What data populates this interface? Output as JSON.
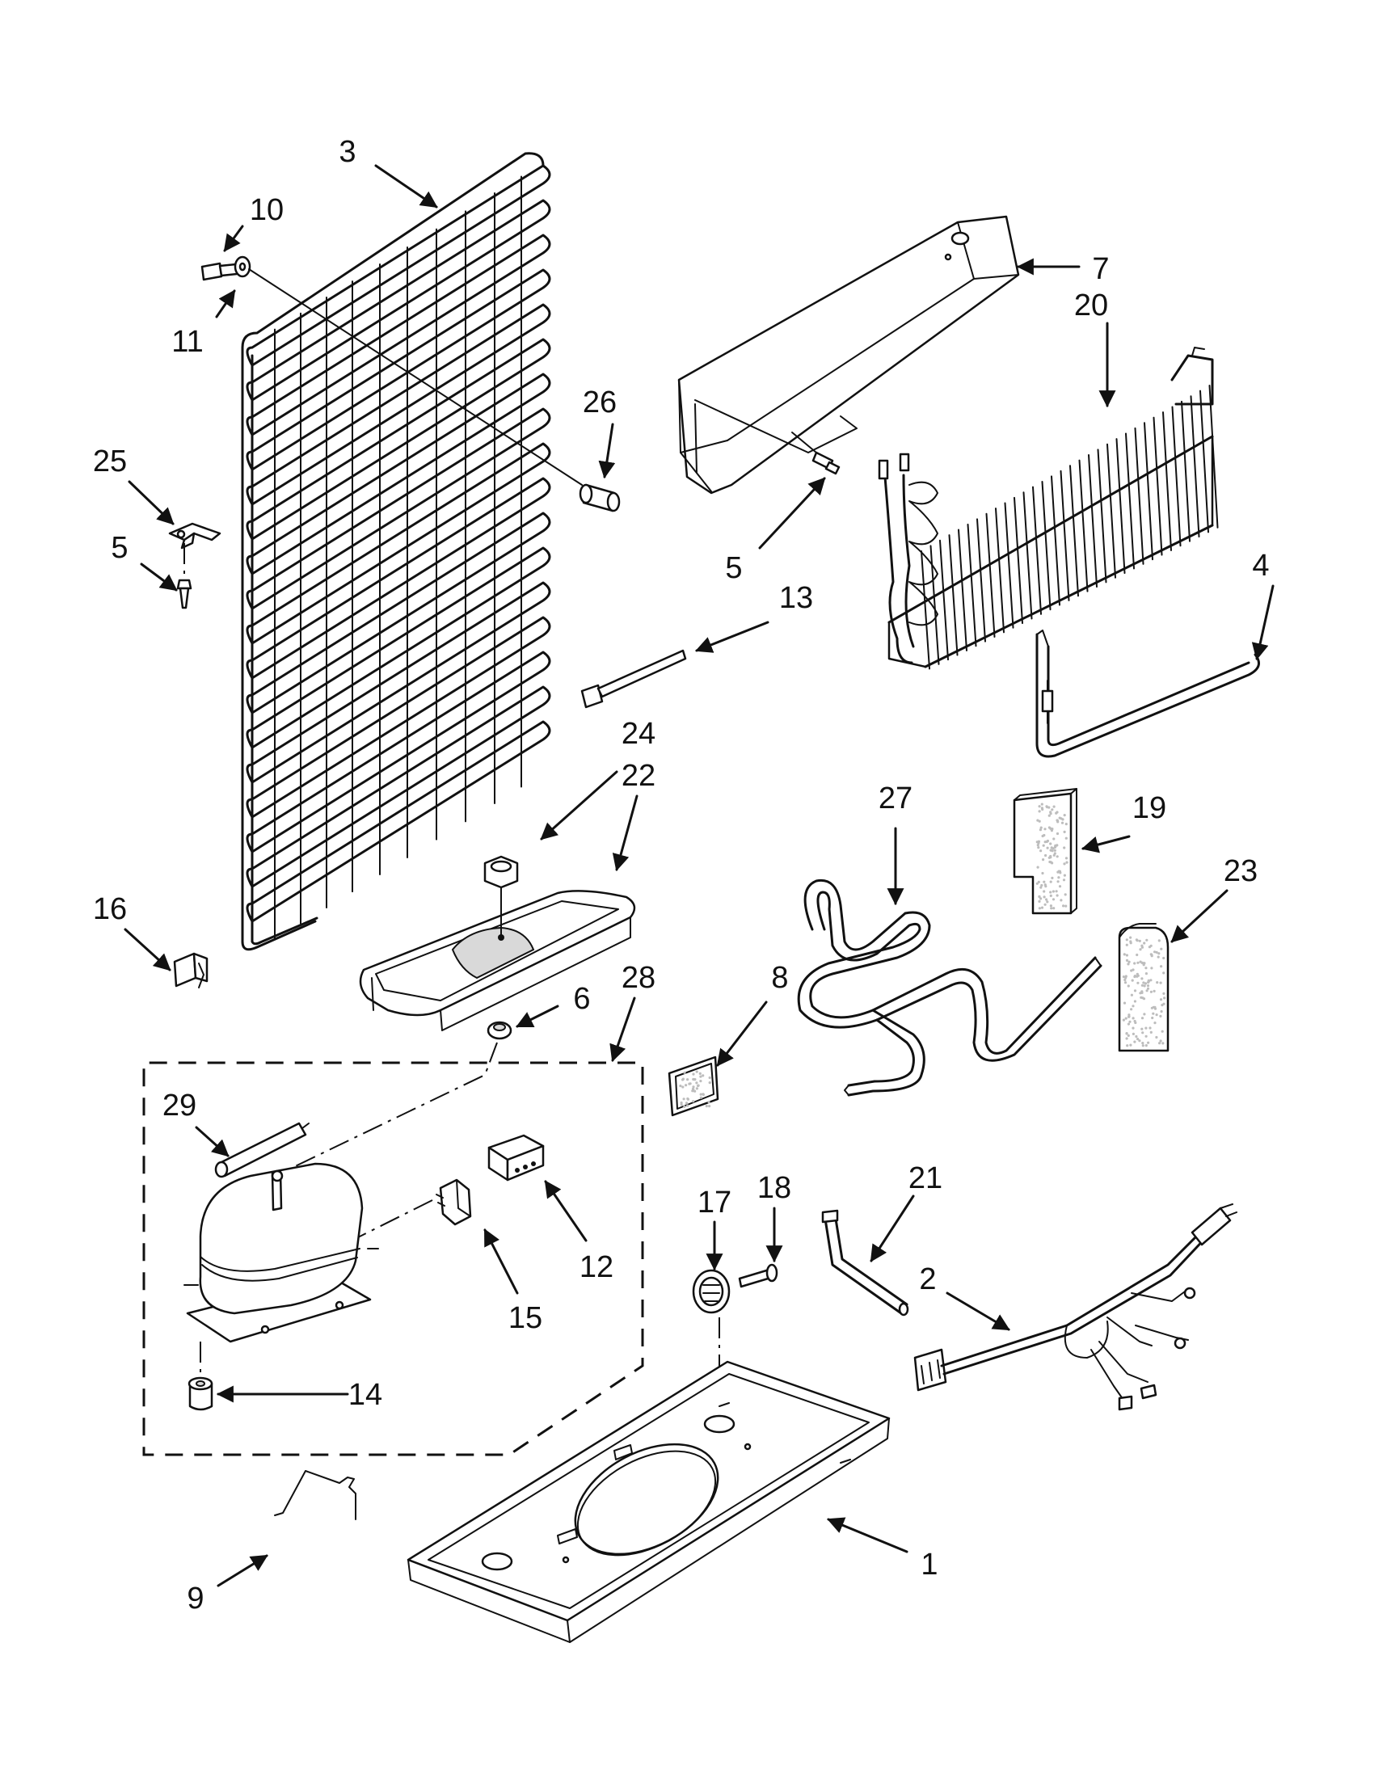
{
  "diagram": {
    "callouts": [
      {
        "id": "3",
        "label": "3"
      },
      {
        "id": "10",
        "label": "10"
      },
      {
        "id": "11",
        "label": "11"
      },
      {
        "id": "26",
        "label": "26"
      },
      {
        "id": "25",
        "label": "25"
      },
      {
        "id": "5a",
        "label": "5"
      },
      {
        "id": "7",
        "label": "7"
      },
      {
        "id": "20",
        "label": "20"
      },
      {
        "id": "5b",
        "label": "5"
      },
      {
        "id": "13",
        "label": "13"
      },
      {
        "id": "4",
        "label": "4"
      },
      {
        "id": "24",
        "label": "24"
      },
      {
        "id": "22",
        "label": "22"
      },
      {
        "id": "27",
        "label": "27"
      },
      {
        "id": "19",
        "label": "19"
      },
      {
        "id": "23",
        "label": "23"
      },
      {
        "id": "16",
        "label": "16"
      },
      {
        "id": "6",
        "label": "6"
      },
      {
        "id": "28",
        "label": "28"
      },
      {
        "id": "8",
        "label": "8"
      },
      {
        "id": "29",
        "label": "29"
      },
      {
        "id": "12",
        "label": "12"
      },
      {
        "id": "15",
        "label": "15"
      },
      {
        "id": "17",
        "label": "17"
      },
      {
        "id": "18",
        "label": "18"
      },
      {
        "id": "21",
        "label": "21"
      },
      {
        "id": "2",
        "label": "2"
      },
      {
        "id": "14",
        "label": "14"
      },
      {
        "id": "1",
        "label": "1"
      },
      {
        "id": "9",
        "label": "9"
      }
    ]
  }
}
